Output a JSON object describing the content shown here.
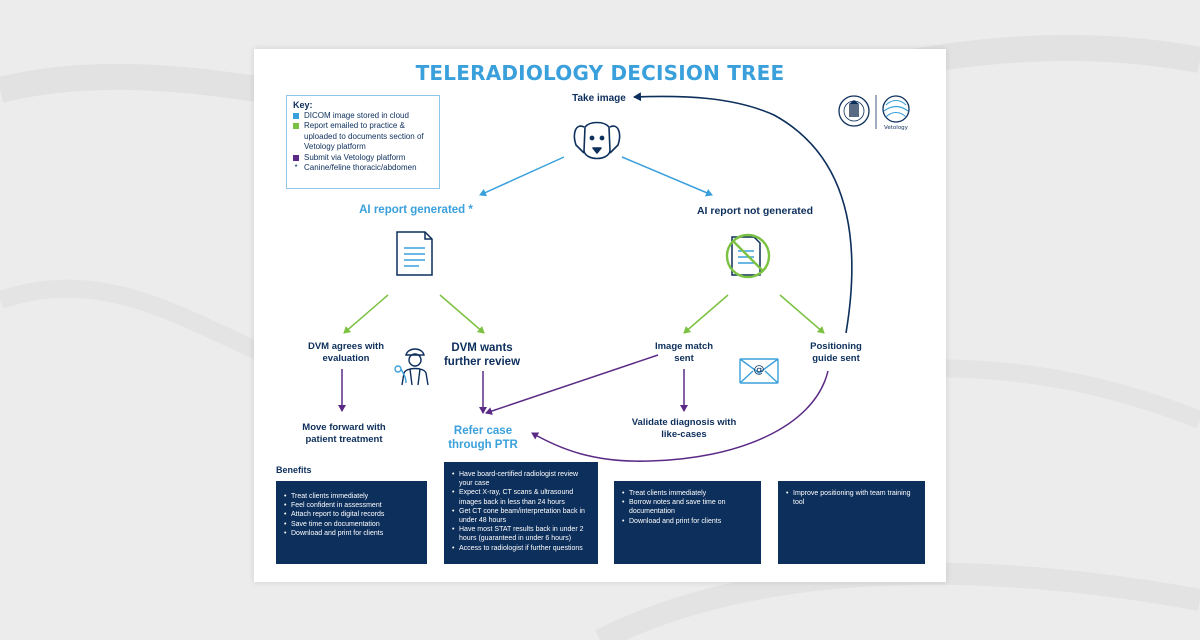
{
  "title": "TELERADIOLOGY DECISION TREE",
  "key": {
    "title": "Key:",
    "items": [
      {
        "color": "#3aa0dc",
        "text": "DICOM image stored in cloud"
      },
      {
        "color": "#7cc242",
        "text": "Report emailed to practice & uploaded to documents section of Vetology platform"
      },
      {
        "color": "#5b2a86",
        "text": "Submit via Vetology platform"
      }
    ],
    "note_symbol": "*",
    "note": "Canine/feline thoracic/abdomen"
  },
  "nodes": {
    "take_image": "Take image",
    "ai_generated": "AI report generated *",
    "ai_not_generated": "AI report not generated",
    "dvm_agrees": "DVM agrees with evaluation",
    "dvm_review": "DVM wants further review",
    "image_match": "Image match sent",
    "positioning": "Positioning guide sent",
    "move_forward": "Move forward with patient treatment",
    "refer_case": "Refer case through PTR",
    "validate": "Validate diagnosis with like-cases"
  },
  "benefits_title": "Benefits",
  "benefits": [
    [
      "Treat clients immediately",
      "Feel confident in assessment",
      "Attach report to digital records",
      "Save time on documentation",
      "Download and print for clients"
    ],
    [
      "Have board-certified radiologist review your case",
      "Expect X-ray, CT scans & ultrasound images back in less than 24 hours",
      "Get CT cone beam/interpretation back in under 48 hours",
      "Have most STAT results back in under 2 hours (guaranteed in under 6 hours)",
      "Access to radiologist if further questions"
    ],
    [
      "Treat clients immediately",
      "Borrow notes and save time on documentation",
      "Download and print for clients"
    ],
    [
      "Improve positioning with team training tool"
    ]
  ],
  "colors": {
    "title_blue": "#3aa0dc",
    "navy": "#0d2f5c",
    "green": "#7cc242",
    "purple": "#5b2a86",
    "cloud_blue": "#3aa0dc"
  },
  "logos": {
    "right": "Vetology",
    "left": "seal-logo"
  }
}
